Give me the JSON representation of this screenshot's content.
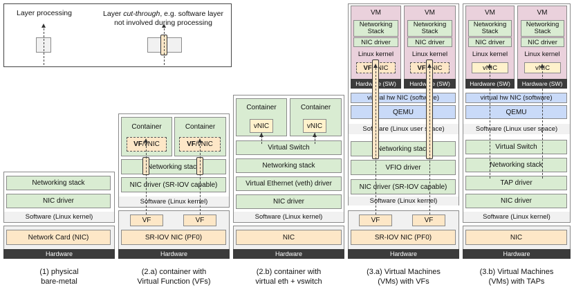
{
  "legend": {
    "layer_processing": "Layer processing",
    "cut_through_prefix": "Layer ",
    "cut_through_em": "cut-through",
    "cut_through_suffix": ", e.g. software layer",
    "cut_through_line2": "not involved during processing"
  },
  "common": {
    "hardware": "Hardware",
    "sw_kernel": "Software (Linux kernel)",
    "sw_user": "Software (Linux user space)",
    "networking_stack": "Networking stack",
    "nic_driver": "NIC driver",
    "nic": "NIC",
    "vf": "VF",
    "vnic": "vNIC",
    "vf_bold": "VF",
    "vf_vnic_rest": "/vNIC",
    "container": "Container",
    "vm": "VM",
    "networking_stack_2l": "Networking Stack",
    "linux_kernel": "Linux kernel",
    "hardware_sw": "Hardware (SW)",
    "virtual_hw_nic": "virtual hw NIC (software)",
    "qemu": "QEMU",
    "virtual_switch": "Virtual Switch",
    "nic_driver_sriov": "NIC driver (SR-IOV capable)",
    "sriov_nic": "SR-IOV NIC (PF0)"
  },
  "col1": {
    "nic_card": "Network Card (NIC)",
    "caption1": "(1) physical",
    "caption2": "bare-metal"
  },
  "col2a": {
    "caption1": "(2.a) container with",
    "caption2": "Virtual Function (VFs)"
  },
  "col2b": {
    "veth": "Virtual Ethernet (veth) driver",
    "caption1": "(2.b) container with",
    "caption2": "virtual eth + vswitch"
  },
  "col3a": {
    "vfio": "VFIO driver",
    "caption1": "(3.a) Virtual Machines",
    "caption2": "(VMs) with VFs"
  },
  "col3b": {
    "tap": "TAP driver",
    "caption1": "(3.b) Virtual Machines",
    "caption2": "(VMs) with TAPs"
  }
}
